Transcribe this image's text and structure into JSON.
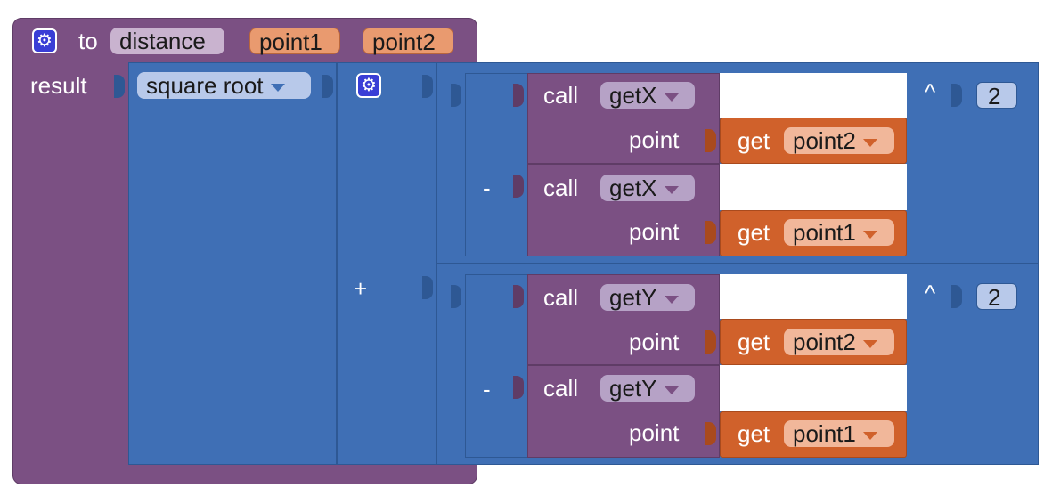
{
  "procedure": {
    "to_label": "to",
    "name": "distance",
    "params": [
      "point1",
      "point2"
    ],
    "result_label": "result"
  },
  "sqrt": {
    "label": "square root"
  },
  "ops": {
    "plus": "+",
    "minus": "-",
    "pow": "^"
  },
  "power": {
    "exponent": "2"
  },
  "calls": [
    {
      "call_label": "call",
      "method": "getX",
      "arg_label": "point",
      "get_label": "get",
      "var": "point2"
    },
    {
      "call_label": "call",
      "method": "getX",
      "arg_label": "point",
      "get_label": "get",
      "var": "point1"
    },
    {
      "call_label": "call",
      "method": "getY",
      "arg_label": "point",
      "get_label": "get",
      "var": "point2"
    },
    {
      "call_label": "call",
      "method": "getY",
      "arg_label": "point",
      "get_label": "get",
      "var": "point1"
    }
  ],
  "colors": {
    "procedure": "#7b5083",
    "math": "#3f6fb5",
    "variable": "#d0612b",
    "mutator_gear": "#3a3ed6"
  },
  "icons": {
    "mutator": "gear-icon"
  }
}
